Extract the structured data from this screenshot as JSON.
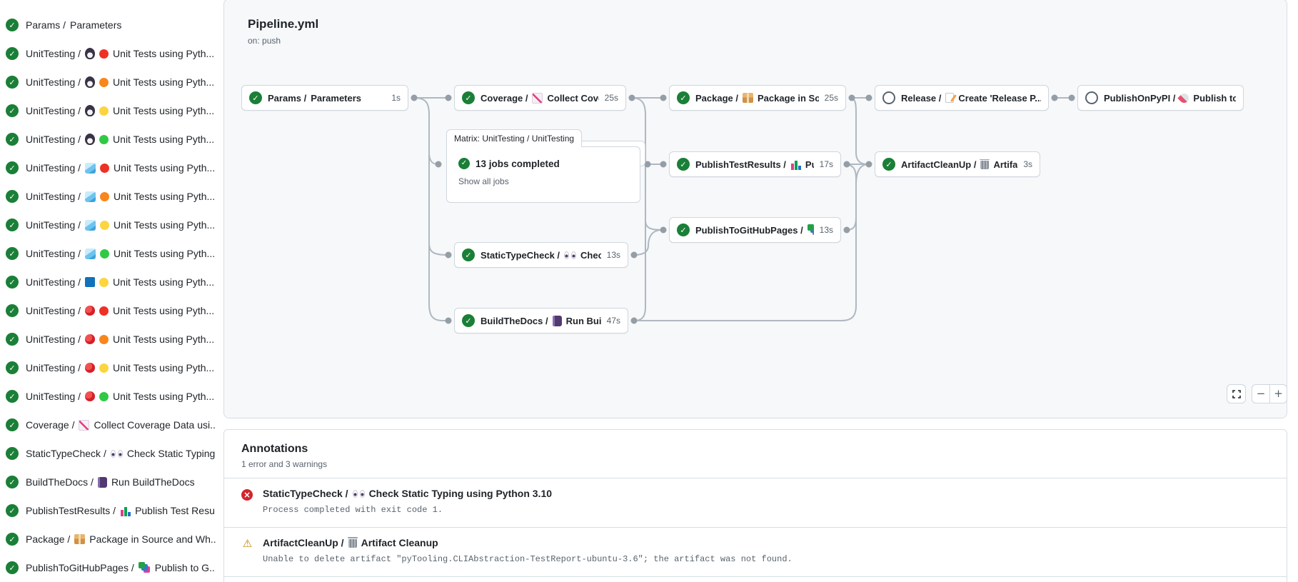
{
  "header": {
    "title": "Pipeline.yml",
    "trigger": "on: push"
  },
  "sidebar": {
    "items": [
      {
        "status": "success",
        "prefix": "Params /",
        "icons": [],
        "text": "Parameters"
      },
      {
        "status": "success",
        "prefix": "UnitTesting /",
        "icons": [
          "penguin-icon",
          "red-circle-icon"
        ],
        "text": "Unit Tests using Pyth..."
      },
      {
        "status": "success",
        "prefix": "UnitTesting /",
        "icons": [
          "penguin-icon",
          "orange-circle-icon"
        ],
        "text": "Unit Tests using Pyth..."
      },
      {
        "status": "success",
        "prefix": "UnitTesting /",
        "icons": [
          "penguin-icon",
          "yellow-circle-icon"
        ],
        "text": "Unit Tests using Pyth..."
      },
      {
        "status": "success",
        "prefix": "UnitTesting /",
        "icons": [
          "penguin-icon",
          "green-circle-icon"
        ],
        "text": "Unit Tests using Pyth..."
      },
      {
        "status": "success",
        "prefix": "UnitTesting /",
        "icons": [
          "ice-cube-icon",
          "red-circle-icon"
        ],
        "text": "Unit Tests using Pyth..."
      },
      {
        "status": "success",
        "prefix": "UnitTesting /",
        "icons": [
          "ice-cube-icon",
          "orange-circle-icon"
        ],
        "text": "Unit Tests using Pyth..."
      },
      {
        "status": "success",
        "prefix": "UnitTesting /",
        "icons": [
          "ice-cube-icon",
          "yellow-circle-icon"
        ],
        "text": "Unit Tests using Pyth..."
      },
      {
        "status": "success",
        "prefix": "UnitTesting /",
        "icons": [
          "ice-cube-icon",
          "green-circle-icon"
        ],
        "text": "Unit Tests using Pyth..."
      },
      {
        "status": "success",
        "prefix": "UnitTesting /",
        "icons": [
          "blue-square-icon",
          "yellow-circle-icon"
        ],
        "text": "Unit Tests using Pyth..."
      },
      {
        "status": "success",
        "prefix": "UnitTesting /",
        "icons": [
          "red-apple-icon",
          "red-circle-icon"
        ],
        "text": "Unit Tests using Pyth..."
      },
      {
        "status": "success",
        "prefix": "UnitTesting /",
        "icons": [
          "red-apple-icon",
          "orange-circle-icon"
        ],
        "text": "Unit Tests using Pyth..."
      },
      {
        "status": "success",
        "prefix": "UnitTesting /",
        "icons": [
          "red-apple-icon",
          "yellow-circle-icon"
        ],
        "text": "Unit Tests using Pyth..."
      },
      {
        "status": "success",
        "prefix": "UnitTesting /",
        "icons": [
          "red-apple-icon",
          "green-circle-icon"
        ],
        "text": "Unit Tests using Pyth..."
      },
      {
        "status": "success",
        "prefix": "Coverage /",
        "icons": [
          "chart-increasing-icon"
        ],
        "text": "Collect Coverage Data usi..."
      },
      {
        "status": "success",
        "prefix": "StaticTypeCheck /",
        "icons": [
          "eyes-icon"
        ],
        "text": "Check Static Typing..."
      },
      {
        "status": "success",
        "prefix": "BuildTheDocs /",
        "icons": [
          "notebook-icon"
        ],
        "text": "Run BuildTheDocs"
      },
      {
        "status": "success",
        "prefix": "PublishTestResults /",
        "icons": [
          "bar-chart-icon"
        ],
        "text": "Publish Test Resu..."
      },
      {
        "status": "success",
        "prefix": "Package /",
        "icons": [
          "package-icon"
        ],
        "text": "Package in Source and Wh..."
      },
      {
        "status": "success",
        "prefix": "PublishToGitHubPages /",
        "icons": [
          "books-icon"
        ],
        "text": "Publish to G..."
      }
    ]
  },
  "nodes": {
    "params": {
      "status": "success",
      "prefix": "Params /",
      "icons": [],
      "text": "Parameters",
      "duration": "1s"
    },
    "coverage": {
      "status": "success",
      "prefix": "Coverage /",
      "icons": [
        "chart-increasing-icon"
      ],
      "text": "Collect Cove...",
      "duration": "25s"
    },
    "package": {
      "status": "success",
      "prefix": "Package /",
      "icons": [
        "package-icon"
      ],
      "text": "Package in So...",
      "duration": "25s"
    },
    "release": {
      "status": "skipped",
      "prefix": "Release /",
      "icons": [
        "memo-icon"
      ],
      "text": "Create 'Release P...",
      "duration": ""
    },
    "publishonpypi": {
      "status": "skipped",
      "prefix": "PublishOnPyPI /",
      "icons": [
        "rocket-icon"
      ],
      "text": "Publish to ...",
      "duration": ""
    },
    "publishtestresults": {
      "status": "success",
      "prefix": "PublishTestResults /",
      "icons": [
        "bar-chart-icon"
      ],
      "text": "Pu...",
      "duration": "17s"
    },
    "artifactcleanup": {
      "status": "success",
      "prefix": "ArtifactCleanUp /",
      "icons": [
        "wastebasket-icon"
      ],
      "text": "Artifac...",
      "duration": "3s"
    },
    "publishtogithubpages": {
      "status": "success",
      "prefix": "PublishToGitHubPages /",
      "icons": [
        "books-icon"
      ],
      "text": "...",
      "duration": "13s"
    },
    "statictypecheck": {
      "status": "success",
      "prefix": "StaticTypeCheck /",
      "icons": [
        "eyes-icon"
      ],
      "text": "Chec...",
      "duration": "13s"
    },
    "buildthedocs": {
      "status": "success",
      "prefix": "BuildTheDocs /",
      "icons": [
        "notebook-icon"
      ],
      "text": "Run Buil...",
      "duration": "47s"
    }
  },
  "matrix": {
    "tab": "Matrix: UnitTesting / UnitTesting",
    "status": "success",
    "summary": "13 jobs completed",
    "link": "Show all jobs"
  },
  "controls": {
    "zoom_out": "−",
    "zoom_in": "+"
  },
  "annotations": {
    "title": "Annotations",
    "subtitle": "1 error and 3 warnings",
    "items": [
      {
        "type": "error",
        "prefix": "StaticTypeCheck /",
        "icons": [
          "eyes-icon"
        ],
        "text": "Check Static Typing using Python 3.10",
        "detail": "Process completed with exit code 1."
      },
      {
        "type": "warning",
        "prefix": "ArtifactCleanUp /",
        "icons": [
          "wastebasket-icon"
        ],
        "text": "Artifact Cleanup",
        "detail": "Unable to delete artifact \"pyTooling.CLIAbstraction-TestReport-ubuntu-3.6\"; the artifact was not found."
      }
    ]
  }
}
